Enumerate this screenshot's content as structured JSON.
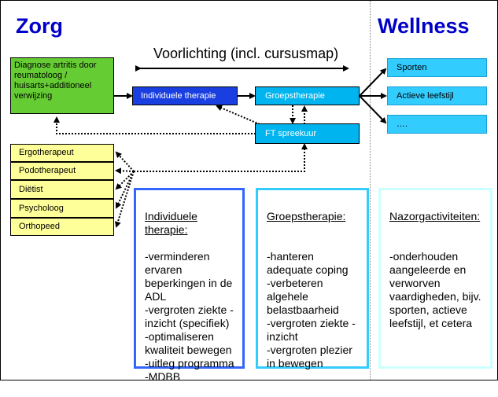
{
  "headings": {
    "left": "Zorg",
    "right": "Wellness"
  },
  "banner": "Voorlichting (incl. cursusmap)",
  "diagnose": "Diagnose artritis door reumatoloog / huisarts+additioneel verwijzing",
  "flow": {
    "individuele": "Individuele therapie",
    "groeps": "Groepstherapie",
    "ft": "FT spreekuur"
  },
  "wellness_items": [
    "Sporten",
    "Actieve leefstijl",
    "…."
  ],
  "specialists": [
    "Ergotherapeut",
    "Podotherapeut",
    "Diëtist",
    "Psycholoog",
    "Orthopeed"
  ],
  "panels": [
    {
      "title": "Individuele therapie:",
      "body": "-verminderen ervaren beperkingen in de ADL\n-vergroten ziekte -inzicht (specifiek)\n-optimaliseren kwaliteit bewegen\n-uitleg programma\n-MDBB"
    },
    {
      "title": "Groepstherapie:",
      "body": "\n-hanteren adequate coping\n-verbeteren algehele belastbaarheid\n-vergroten ziekte -inzicht\n-vergroten plezier in bewegen"
    },
    {
      "title": "Nazorgactiviteiten:",
      "body": "\n-onderhouden aangeleerde en verworven vaardigheden, bijv. sporten, actieve leefstijl, et cetera"
    }
  ],
  "colors": {
    "heading": "#0000c8",
    "diagnose_bg": "#66cc33",
    "individuele_bg": "#1a3fe0",
    "flow_bg": "#00b4f0",
    "specialist_bg": "#ffff99",
    "panel1_border": "#3366ff",
    "panel2_border": "#33ccff",
    "panel3_border": "#ccffff",
    "wellness_bg": "#33ccff",
    "divider": "#808080"
  }
}
